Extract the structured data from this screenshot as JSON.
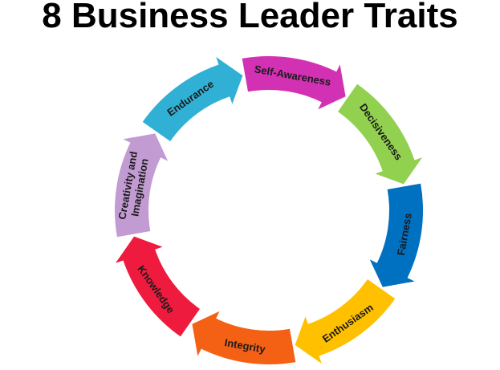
{
  "title": "8 Business Leader Traits",
  "segments": [
    {
      "label": "Self-Awareness",
      "color": "#D231B4"
    },
    {
      "label": "Decisiveness",
      "color": "#92D050"
    },
    {
      "label": "Fairness",
      "color": "#0070C0"
    },
    {
      "label": "Enthusiasm",
      "color": "#FFC000"
    },
    {
      "label": "Integrity",
      "color": "#F46115"
    },
    {
      "label": "Knowledge",
      "color": "#EF1B3E"
    },
    {
      "label": "Creativity and Imagination",
      "color": "#C39BD3"
    },
    {
      "label": "Endurance",
      "color": "#31B0D5"
    }
  ]
}
